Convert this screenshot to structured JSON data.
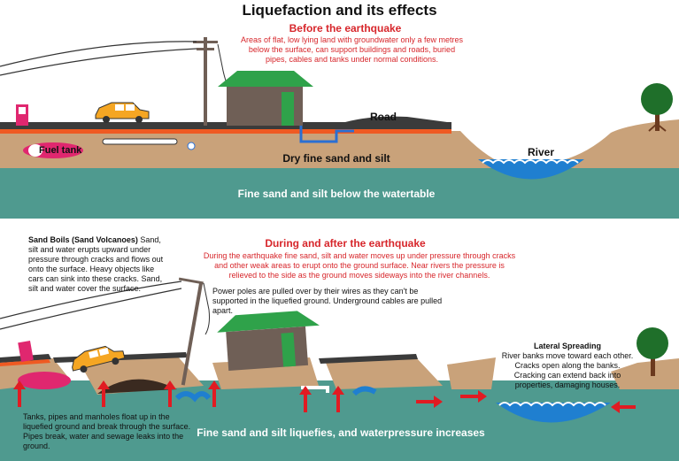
{
  "title": "Liquefaction and its effects",
  "before": {
    "heading": "Before the earthquake",
    "description": "Areas of flat, low lying land with groundwater only a few metres below the surface, can support buildings and roads, buried pipes, cables and tanks under normal conditions.",
    "label_road": "Road",
    "label_river": "River",
    "label_fuel_tank": "Fuel tank",
    "label_dry_sand": "Dry fine sand and silt",
    "label_below_watertable": "Fine sand and silt below the watertable"
  },
  "after": {
    "heading": "During and after the earthquake",
    "description": "During the earthquake fine sand, silt and water moves up under pressure through cracks and other weak areas to erupt onto the ground surface. Near rivers the pressure is relieved to the side as the ground moves sideways into the river channels.",
    "sand_boils_title": "Sand Boils (Sand Volcanoes)",
    "sand_boils_text": " Sand, silt and water erupts upward under pressure through cracks and flows out onto the surface. Heavy objects like cars can sink into these cracks. Sand, silt and water cover the surface.",
    "power_poles_text": "Power poles are pulled over by their wires as they can't be supported in the liquefied ground. Underground cables are pulled apart.",
    "lateral_title": "Lateral Spreading",
    "lateral_text": "River banks move toward each other. Cracks open along the banks. Cracking can extend back into properties, damaging houses.",
    "tanks_text": "Tanks, pipes and manholes float up in the liquefied ground and break through the surface. Pipes break, water and sewage leaks into the ground.",
    "liquefies_text": "Fine sand and silt liquefies, and waterpressure increases"
  },
  "colors": {
    "groundwater": "#4f9a8f",
    "dry_sand": "#c9a27a",
    "road": "#3b3b3b",
    "orange_layer": "#ef5a22",
    "river": "#1f7fd0",
    "house_roof": "#2fa24a",
    "house_wall": "#6f5f56",
    "arrow_red": "#e11b22",
    "fuel_tank": "#e0276f"
  }
}
